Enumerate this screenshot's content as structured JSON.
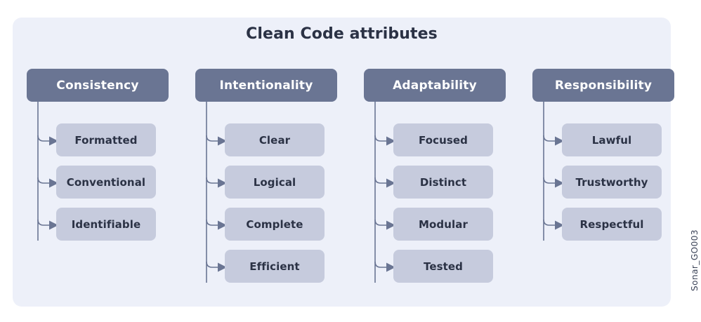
{
  "diagram": {
    "title": "Clean Code attributes",
    "side_caption": "Sonar_GO003",
    "colors": {
      "page_background": "#ffffff",
      "panel_background": "#edf0f9",
      "category_box": "#6a7593",
      "category_text": "#ffffff",
      "attribute_box": "#c6cbdd",
      "attribute_text": "#2b3245",
      "title_text": "#2b3245",
      "connector": "#6a7593",
      "caption_text": "#3b4357"
    },
    "columns": [
      {
        "category": "Consistency",
        "attributes": [
          "Formatted",
          "Conventional",
          "Identifiable"
        ]
      },
      {
        "category": "Intentionality",
        "attributes": [
          "Clear",
          "Logical",
          "Complete",
          "Efficient"
        ]
      },
      {
        "category": "Adaptability",
        "attributes": [
          "Focused",
          "Distinct",
          "Modular",
          "Tested"
        ]
      },
      {
        "category": "Responsibility",
        "attributes": [
          "Lawful",
          "Trustworthy",
          "Respectful"
        ]
      }
    ]
  }
}
